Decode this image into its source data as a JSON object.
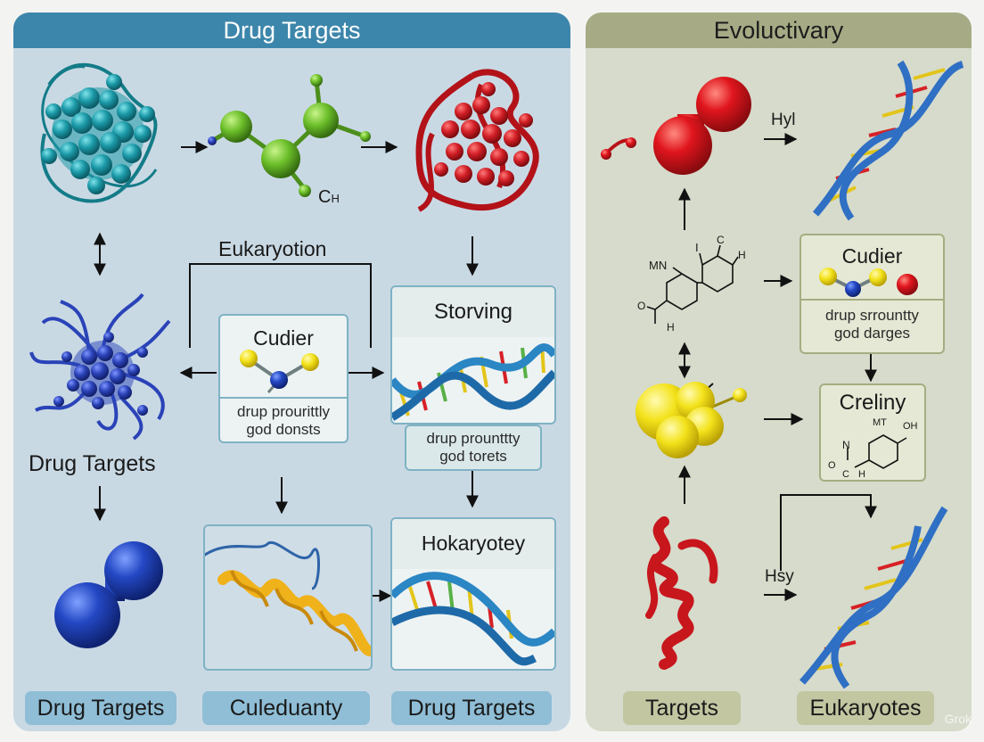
{
  "panels": {
    "left_header": "Drug Targets",
    "right_header": "Evoluctivary"
  },
  "left": {
    "label_ch": "C",
    "label_ch_sub": "H",
    "label_eukaryotion": "Eukaryotion",
    "cudier_box": {
      "title": "Cudier",
      "caption_1": "drup prourittly",
      "caption_2": "god donsts"
    },
    "storving_box": {
      "title": "Storving"
    },
    "storving_caption": {
      "line_1": "drup prounttty",
      "line_2": "god torets"
    },
    "label_drug_targets": "Drug Targets",
    "hokaryotey_box": {
      "title": "Hokaryotey"
    },
    "chips": [
      "Drug Targets",
      "Culeduanty",
      "Drug Targets"
    ]
  },
  "right": {
    "label_hyl": "Hyl",
    "label_hsy": "Hsy",
    "structure_1": {
      "mn": "MN",
      "o": "O",
      "h_bottom": "H",
      "i": "I",
      "c": "C",
      "h_right": "H"
    },
    "cudier_box": {
      "title": "Cudier",
      "caption_1": "drup srrountty",
      "caption_2": "god darges"
    },
    "creliny_box": {
      "title": "Creliny",
      "mt": "MT",
      "oh": "OH",
      "n": "N",
      "o": "O",
      "c": "C",
      "h": "H"
    },
    "chips": [
      "Targets",
      "Eukaryotes"
    ]
  },
  "watermark": "Grok",
  "colors": {
    "left_panel": "#c9d9e4",
    "left_header": "#3d86ab",
    "right_panel": "#d6dbcb",
    "right_header": "#a6ab85",
    "teal_protein": "#1c9aa8",
    "green_molecule": "#6cbf2a",
    "red_protein": "#d21f26",
    "blue_protein": "#2a43b8",
    "yellow": "#f1e21a",
    "dna_blue": "#2f6fc4",
    "helix_gold": "#f0b21a"
  }
}
